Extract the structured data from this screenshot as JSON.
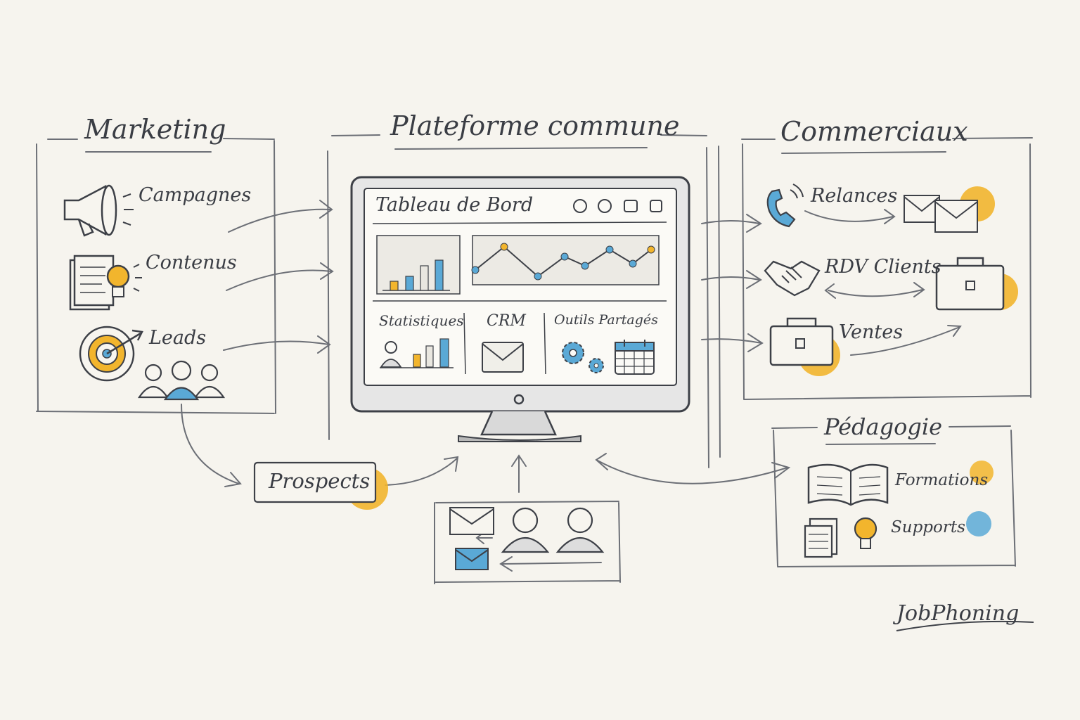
{
  "sections": {
    "marketing": {
      "title": "Marketing",
      "items": [
        {
          "label": "Campagnes",
          "icon": "megaphone-icon"
        },
        {
          "label": "Contenus",
          "icon": "document-lightbulb-icon"
        },
        {
          "label": "Leads",
          "icon": "target-icon"
        }
      ]
    },
    "platform": {
      "title": "Plateforme commune",
      "dashboard": {
        "title": "Tableau de Bord",
        "panels": [
          "Statistiques",
          "CRM",
          "Outils Partagés"
        ]
      }
    },
    "sales": {
      "title": "Commerciaux",
      "items": [
        {
          "label": "Relances",
          "icon": "phone-icon"
        },
        {
          "label": "RDV Clients",
          "icon": "handshake-icon"
        },
        {
          "label": "Ventes",
          "icon": "briefcase-icon"
        }
      ]
    },
    "pedagogy": {
      "title": "Pédagogie",
      "items": [
        {
          "label": "Formations",
          "icon": "book-icon"
        },
        {
          "label": "Supports",
          "icon": "lightbulb-icon"
        }
      ]
    }
  },
  "prospects_label": "Prospects",
  "brand": "JobPhoning",
  "colors": {
    "accent_yellow": "#f2b52d",
    "accent_blue": "#5aa9d6",
    "ink": "#3a3d44"
  }
}
